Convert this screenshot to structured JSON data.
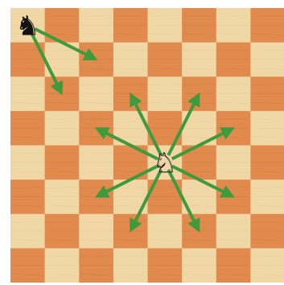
{
  "board": {
    "ranks": 8,
    "files": 8,
    "colors": {
      "light": "#f1d7a5",
      "dark": "#e08b4d",
      "light_grain": "#e9c98f",
      "dark_grain": "#cf7a3e",
      "arrow": "#3f9a3c"
    }
  },
  "pieces": [
    {
      "id": "black-knight",
      "type": "knight",
      "color": "black",
      "square": "a8",
      "glyph": "♞"
    },
    {
      "id": "white-knight",
      "type": "knight",
      "color": "white",
      "square": "e4",
      "glyph": "♘"
    }
  ],
  "moves": [
    {
      "from": "a8",
      "to": "c7"
    },
    {
      "from": "a8",
      "to": "b6"
    },
    {
      "from": "e4",
      "to": "d6"
    },
    {
      "from": "e4",
      "to": "f6"
    },
    {
      "from": "e4",
      "to": "c5"
    },
    {
      "from": "e4",
      "to": "g5"
    },
    {
      "from": "e4",
      "to": "c3"
    },
    {
      "from": "e4",
      "to": "g3"
    },
    {
      "from": "e4",
      "to": "d2"
    },
    {
      "from": "e4",
      "to": "f2"
    }
  ]
}
